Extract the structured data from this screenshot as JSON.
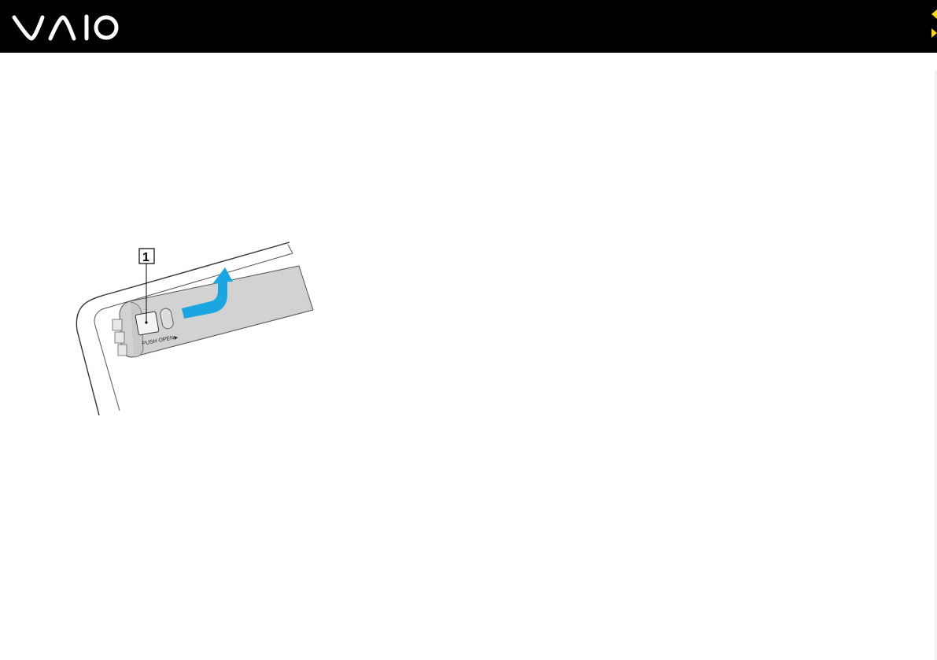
{
  "header": {
    "logo_icon": "vaio-logo",
    "next_icon": "triangle-right-icon",
    "prev_icon": "triangle-left-icon",
    "accent_color": "#ffd700"
  },
  "figure": {
    "callout_number": "1",
    "button_label": "PUSH OPEN",
    "arrow_color": "#1aa6e0",
    "arrow_icon": "curved-arrow-icon",
    "glyph_icon": "play-triangle-icon"
  }
}
